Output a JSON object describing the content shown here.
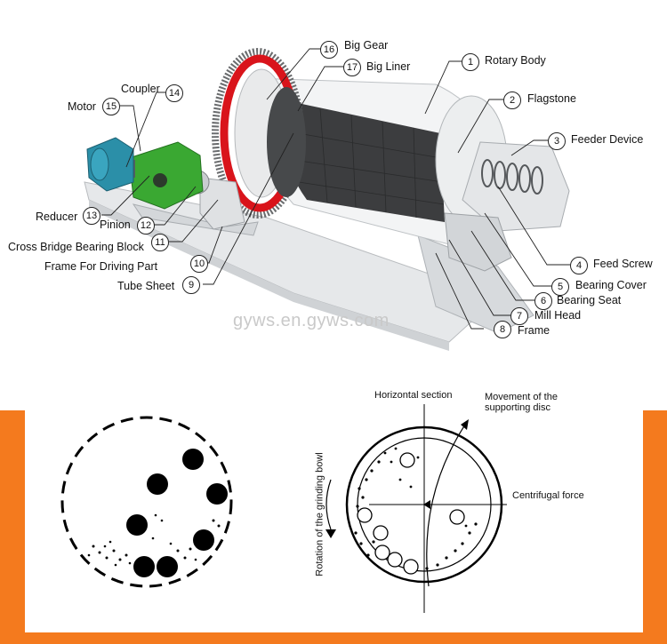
{
  "watermark": "gyws.en.gyws.com",
  "parts": [
    {
      "n": "1",
      "label": "Rotary Body"
    },
    {
      "n": "2",
      "label": "Flagstone"
    },
    {
      "n": "3",
      "label": "Feeder Device"
    },
    {
      "n": "4",
      "label": "Feed Screw"
    },
    {
      "n": "5",
      "label": "Bearing Cover"
    },
    {
      "n": "6",
      "label": "Bearing Seat"
    },
    {
      "n": "7",
      "label": "Mill Head"
    },
    {
      "n": "8",
      "label": "Frame"
    },
    {
      "n": "9",
      "label": "Tube Sheet"
    },
    {
      "n": "10",
      "label": "Frame For Driving Part"
    },
    {
      "n": "11",
      "label": "Cross Bridge Bearing Block"
    },
    {
      "n": "12",
      "label": "Pinion"
    },
    {
      "n": "13",
      "label": "Reducer"
    },
    {
      "n": "14",
      "label": "Coupler"
    },
    {
      "n": "15",
      "label": "Motor"
    },
    {
      "n": "16",
      "label": "Big Gear"
    },
    {
      "n": "17",
      "label": "Big Liner"
    }
  ],
  "section": {
    "horizontal_section": "Horizontal section",
    "movement_line1": "Movement of the",
    "movement_line2": "supporting disc",
    "centrifugal_force": "Centrifugal force",
    "rotation": "Rotation of the grinding bowl"
  },
  "colors": {
    "accent": "#f47a1e",
    "gear": "#d9141b",
    "motor": "#2b8fa8",
    "reducer": "#3aa832"
  }
}
